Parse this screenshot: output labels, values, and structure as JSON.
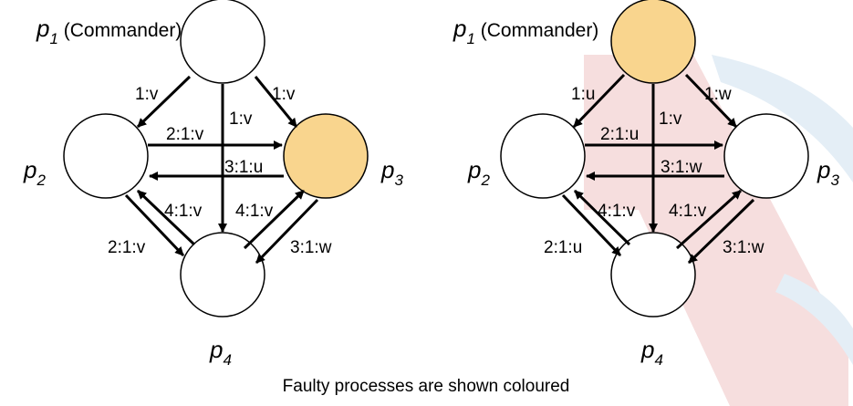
{
  "caption": "Faulty processes are shown coloured",
  "colors": {
    "faulty": "#f9d58e",
    "correct": "#ffffff",
    "watermark": "#f6dede",
    "swoosh": "#e4eef6"
  },
  "diagrams": [
    {
      "nodes": {
        "p1": {
          "name": "p",
          "sub": "1",
          "extra": " (Commander)",
          "faulty": false
        },
        "p2": {
          "name": "p",
          "sub": "2",
          "faulty": false
        },
        "p3": {
          "name": "p",
          "sub": "3",
          "faulty": true
        },
        "p4": {
          "name": "p",
          "sub": "4",
          "faulty": false
        }
      },
      "messages": {
        "p1_p2": "1:v",
        "p1_p4": "1:v",
        "p1_p3": "1:v",
        "p2_p3": "2:1:v",
        "p3_p2": "3:1:u",
        "p4_p2": "4:1:v",
        "p4_p3": "4:1:v",
        "p2_p4": "2:1:v",
        "p3_p4": "3:1:w"
      }
    },
    {
      "nodes": {
        "p1": {
          "name": "p",
          "sub": "1",
          "extra": " (Commander)",
          "faulty": true
        },
        "p2": {
          "name": "p",
          "sub": "2",
          "faulty": false
        },
        "p3": {
          "name": "p",
          "sub": "3",
          "faulty": false
        },
        "p4": {
          "name": "p",
          "sub": "4",
          "faulty": false
        }
      },
      "messages": {
        "p1_p2": "1:u",
        "p1_p4": "1:v",
        "p1_p3": "1:w",
        "p2_p3": "2:1:u",
        "p3_p2": "3:1:w",
        "p4_p2": "4:1:v",
        "p4_p3": "4:1:v",
        "p2_p4": "2:1:u",
        "p3_p4": "3:1:w"
      }
    }
  ]
}
